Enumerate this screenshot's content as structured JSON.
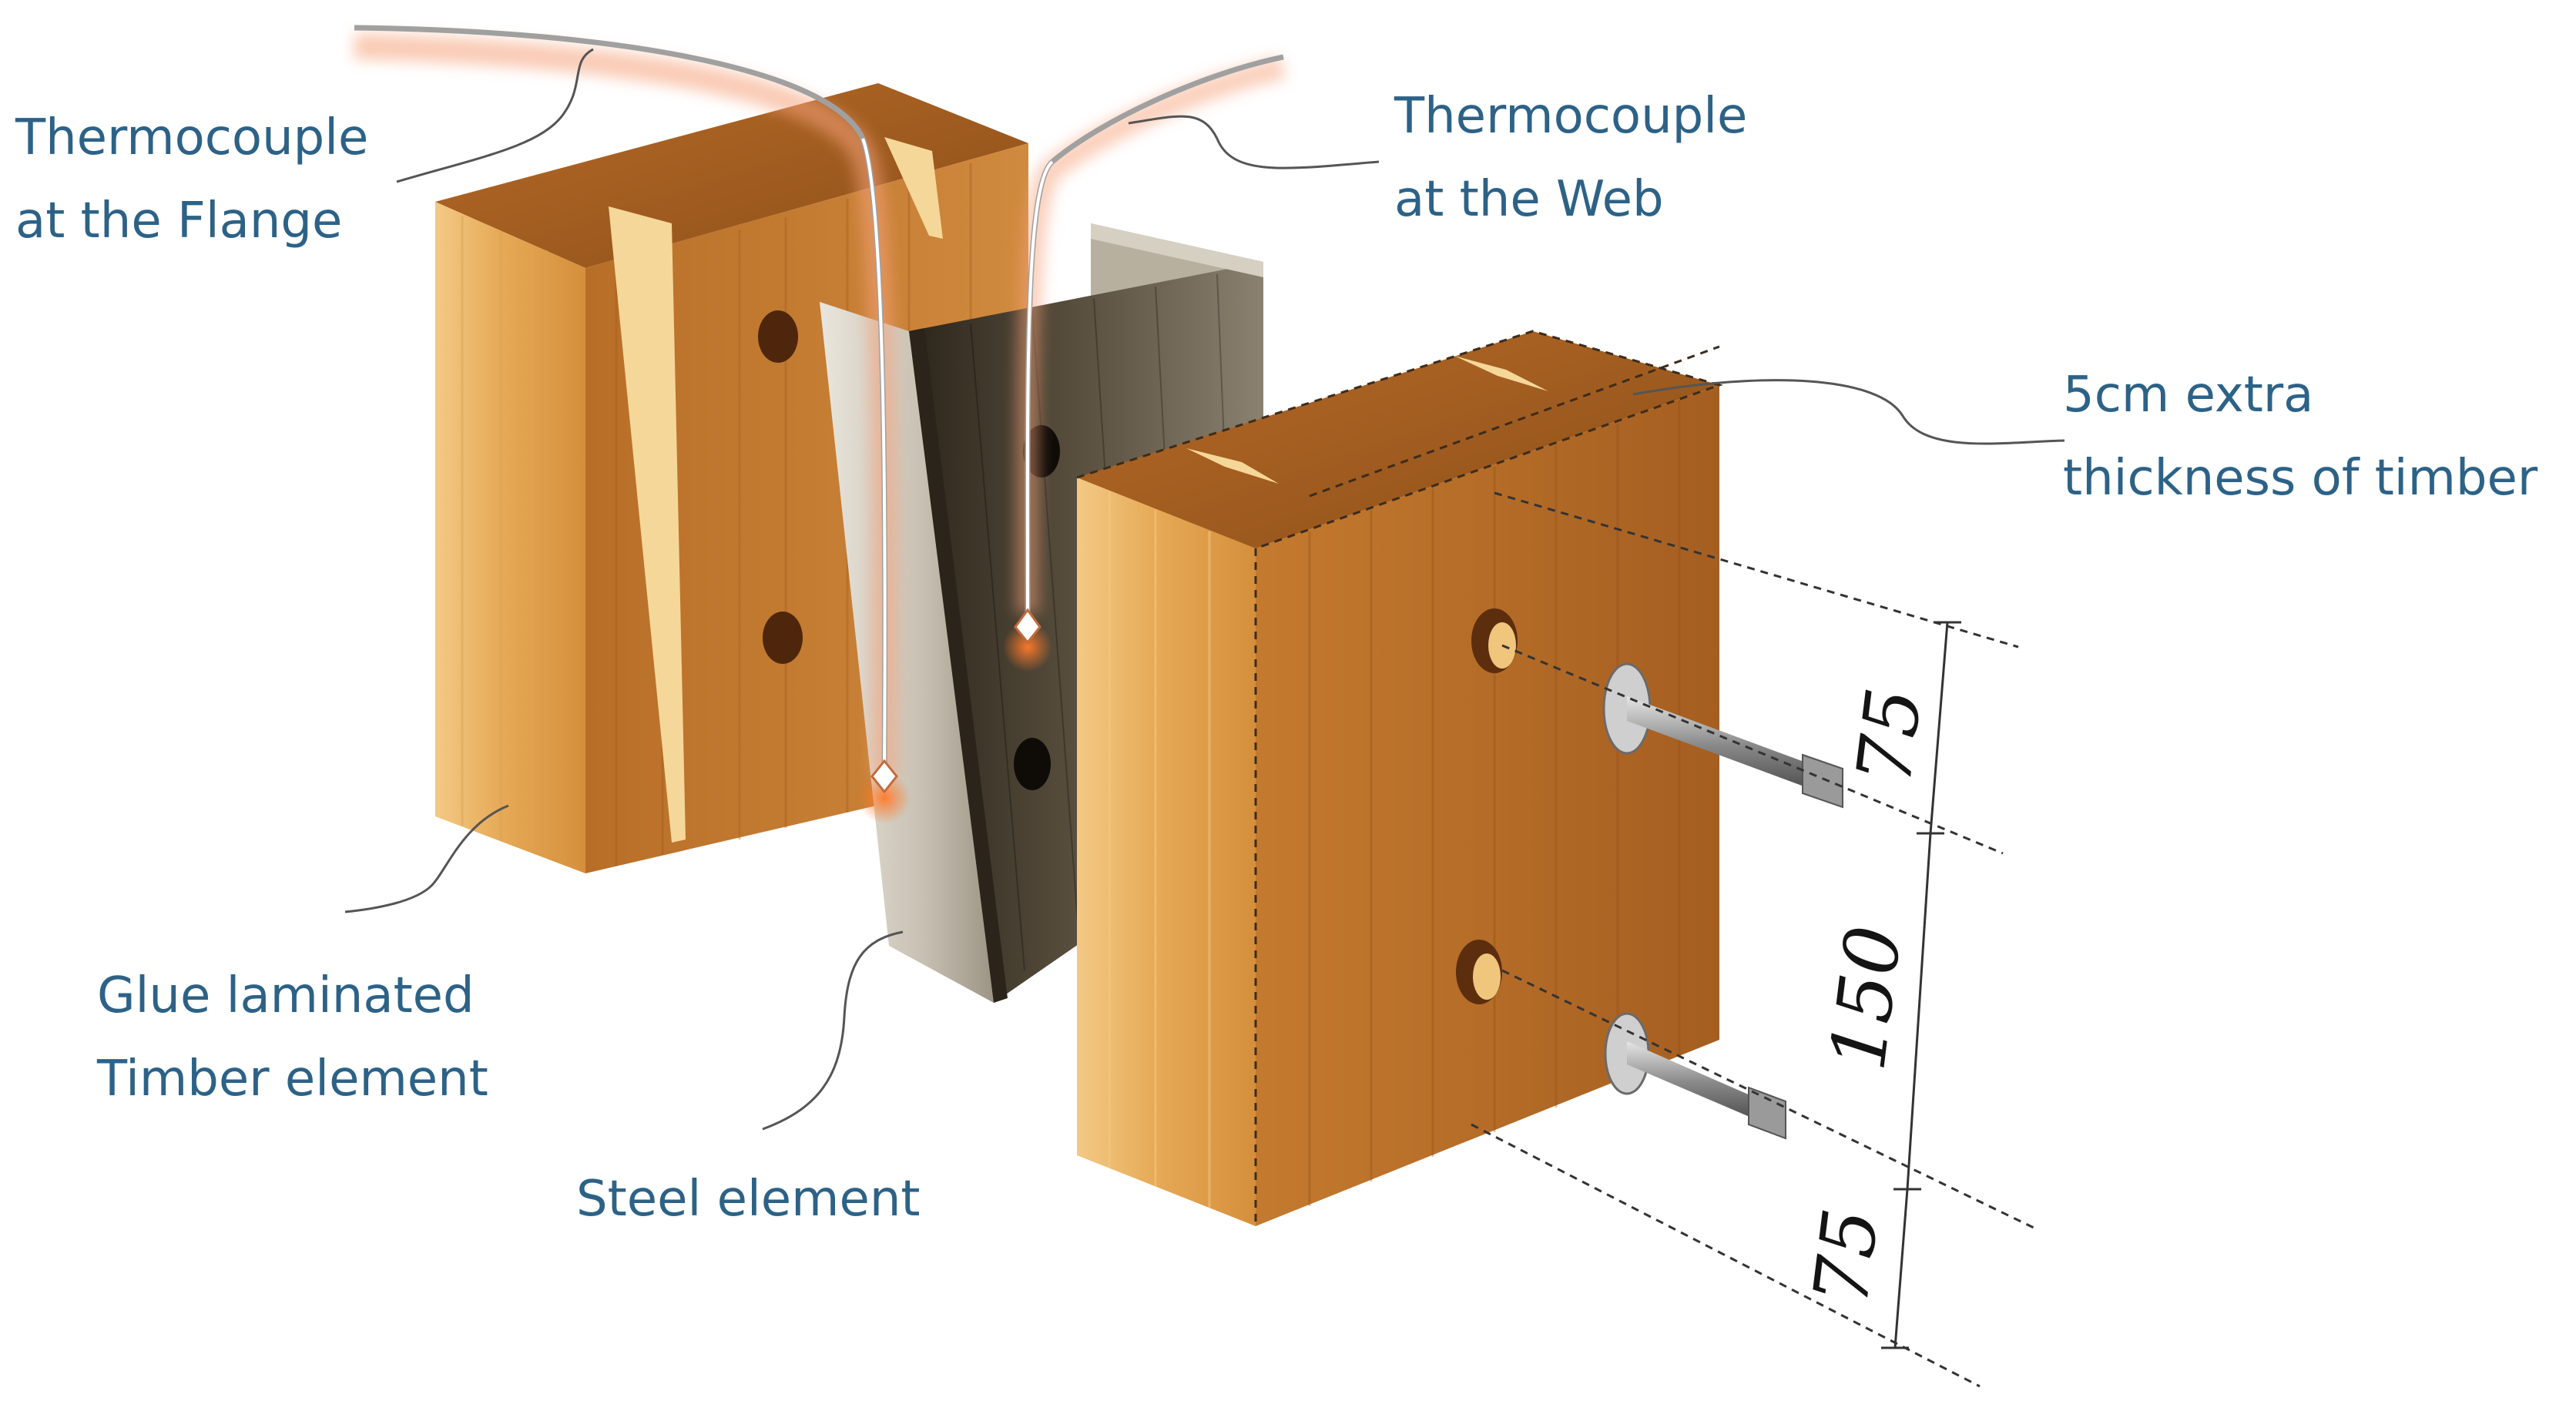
{
  "labels": {
    "thermocouple_flange": [
      "Thermocouple",
      "at the Flange"
    ],
    "thermocouple_web": [
      "Thermocouple",
      "at the Web"
    ],
    "extra_thickness": [
      "5cm extra",
      "thickness of timber"
    ],
    "glulam": [
      "Glue laminated",
      "Timber element"
    ],
    "steel": "Steel element"
  },
  "dimensions": {
    "top": "75",
    "middle": "150",
    "bottom": "75"
  },
  "colors": {
    "label_text": "#2d6287",
    "timber_light": "#e9b25c",
    "timber_dark": "#a8601f",
    "steel_light": "#d8d3c8",
    "steel_dark": "#3a3324",
    "thermocouple_glow": "#f6a27a"
  }
}
